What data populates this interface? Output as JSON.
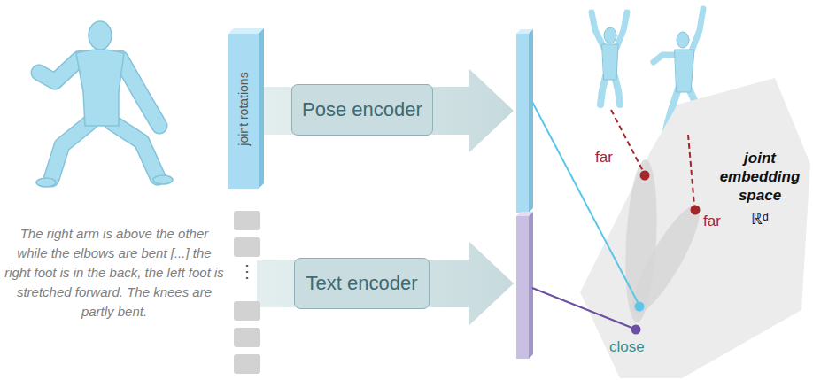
{
  "diagram": {
    "nodes": [
      {
        "text": [
          "joint rotations"
        ]
      },
      {
        "text": [
          "Pose encoder"
        ]
      },
      {
        "text": [
          "Text encoder"
        ]
      },
      {
        "text": [
          "joint embedding space",
          "ℝᵈ"
        ]
      }
    ],
    "labels": [
      "The right arm is above the other while the elbows are bent [...] the right foot is in the back, the left foot is stretched forward. The knees are partly bent.",
      "⋮",
      "far",
      "far",
      "close"
    ]
  }
}
